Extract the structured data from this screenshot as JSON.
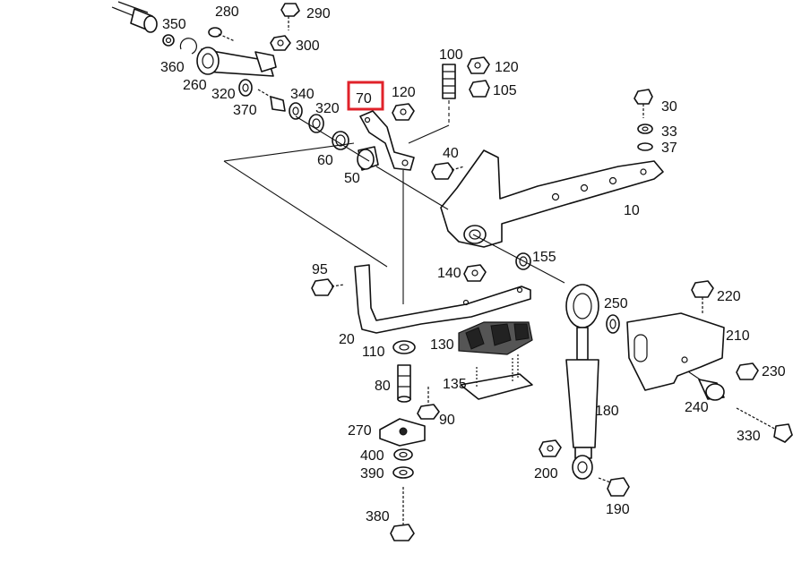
{
  "diagram": {
    "highlighted_callout": "70",
    "highlight_color": "#e0222a",
    "callouts": {
      "c350": "350",
      "c280": "280",
      "c290": "290",
      "c300": "300",
      "c360": "360",
      "c260": "260",
      "c320a": "320",
      "c370": "370",
      "c340": "340",
      "c320b": "320",
      "c70": "70",
      "c120a": "120",
      "c100": "100",
      "c120b": "120",
      "c105": "105",
      "c30": "30",
      "c33": "33",
      "c37": "37",
      "c40": "40",
      "c60": "60",
      "c50": "50",
      "c10": "10",
      "c155": "155",
      "c95": "95",
      "c140": "140",
      "c250": "250",
      "c220": "220",
      "c20": "20",
      "c110": "110",
      "c130": "130",
      "c210": "210",
      "c230": "230",
      "c80": "80",
      "c135": "135",
      "c90": "90",
      "c180": "180",
      "c240": "240",
      "c270": "270",
      "c400": "400",
      "c390": "390",
      "c200": "200",
      "c330": "330",
      "c190": "190",
      "c380": "380"
    }
  }
}
